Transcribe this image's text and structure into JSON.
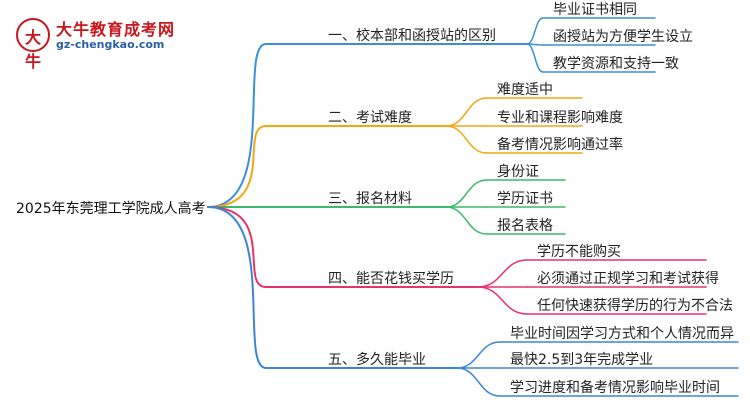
{
  "logo": {
    "mark": "大牛",
    "title": "大牛教育成考网",
    "subtitle": "gz-chengkao.com"
  },
  "root": {
    "label": "2025年东莞理工学院成人高考"
  },
  "branches": [
    {
      "label": "一、校本部和函授站的区别",
      "color": "#3b8fd9",
      "children": [
        "毕业证书相同",
        "函授站为方便学生设立",
        "教学资源和支持一致"
      ]
    },
    {
      "label": "二、考试难度",
      "color": "#f0a814",
      "children": [
        "难度适中",
        "专业和课程影响难度",
        "备考情况影响通过率"
      ]
    },
    {
      "label": "三、报名材料",
      "color": "#3cb96a",
      "children": [
        "身份证",
        "学历证书",
        "报名表格"
      ]
    },
    {
      "label": "四、能否花钱买学历",
      "color": "#e8326a",
      "children": [
        "学历不能购买",
        "必须通过正规学习和考试获得",
        "任何快速获得学历的行为不合法"
      ]
    },
    {
      "label": "五、多久能毕业",
      "color": "#3a86d4",
      "children": [
        "毕业时间因学习方式和个人情况而异",
        "最快2.5到3年完成学业",
        "学习进度和备考情况影响毕业时间"
      ]
    }
  ]
}
